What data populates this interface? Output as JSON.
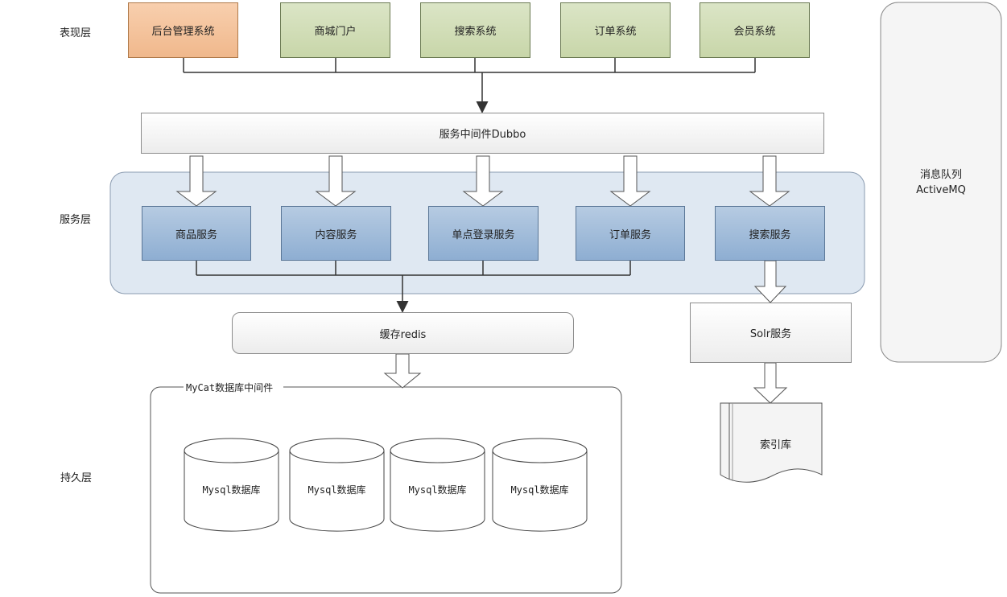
{
  "layers": {
    "presentation": "表现层",
    "service": "服务层",
    "persistence": "持久层"
  },
  "presentation_systems": [
    "后台管理系统",
    "商城门户",
    "搜索系统",
    "订单系统",
    "会员系统"
  ],
  "middleware": "服务中间件Dubbo",
  "services": [
    "商品服务",
    "内容服务",
    "单点登录服务",
    "订单服务",
    "搜索服务"
  ],
  "cache": "缓存redis",
  "solr": "Solr服务",
  "mq": {
    "line1": "消息队列",
    "line2": "ActiveMQ"
  },
  "mycat_label": "MyCat数据库中间件",
  "databases": [
    "Mysql数据库",
    "Mysql数据库",
    "Mysql数据库",
    "Mysql数据库"
  ],
  "index_store": "索引库",
  "colors": {
    "presentation_fill": "#d4dfbd",
    "admin_fill": "#f4c49c",
    "service_fill": "#9fbbdb",
    "service_group_fill": "#dfe8f2"
  }
}
